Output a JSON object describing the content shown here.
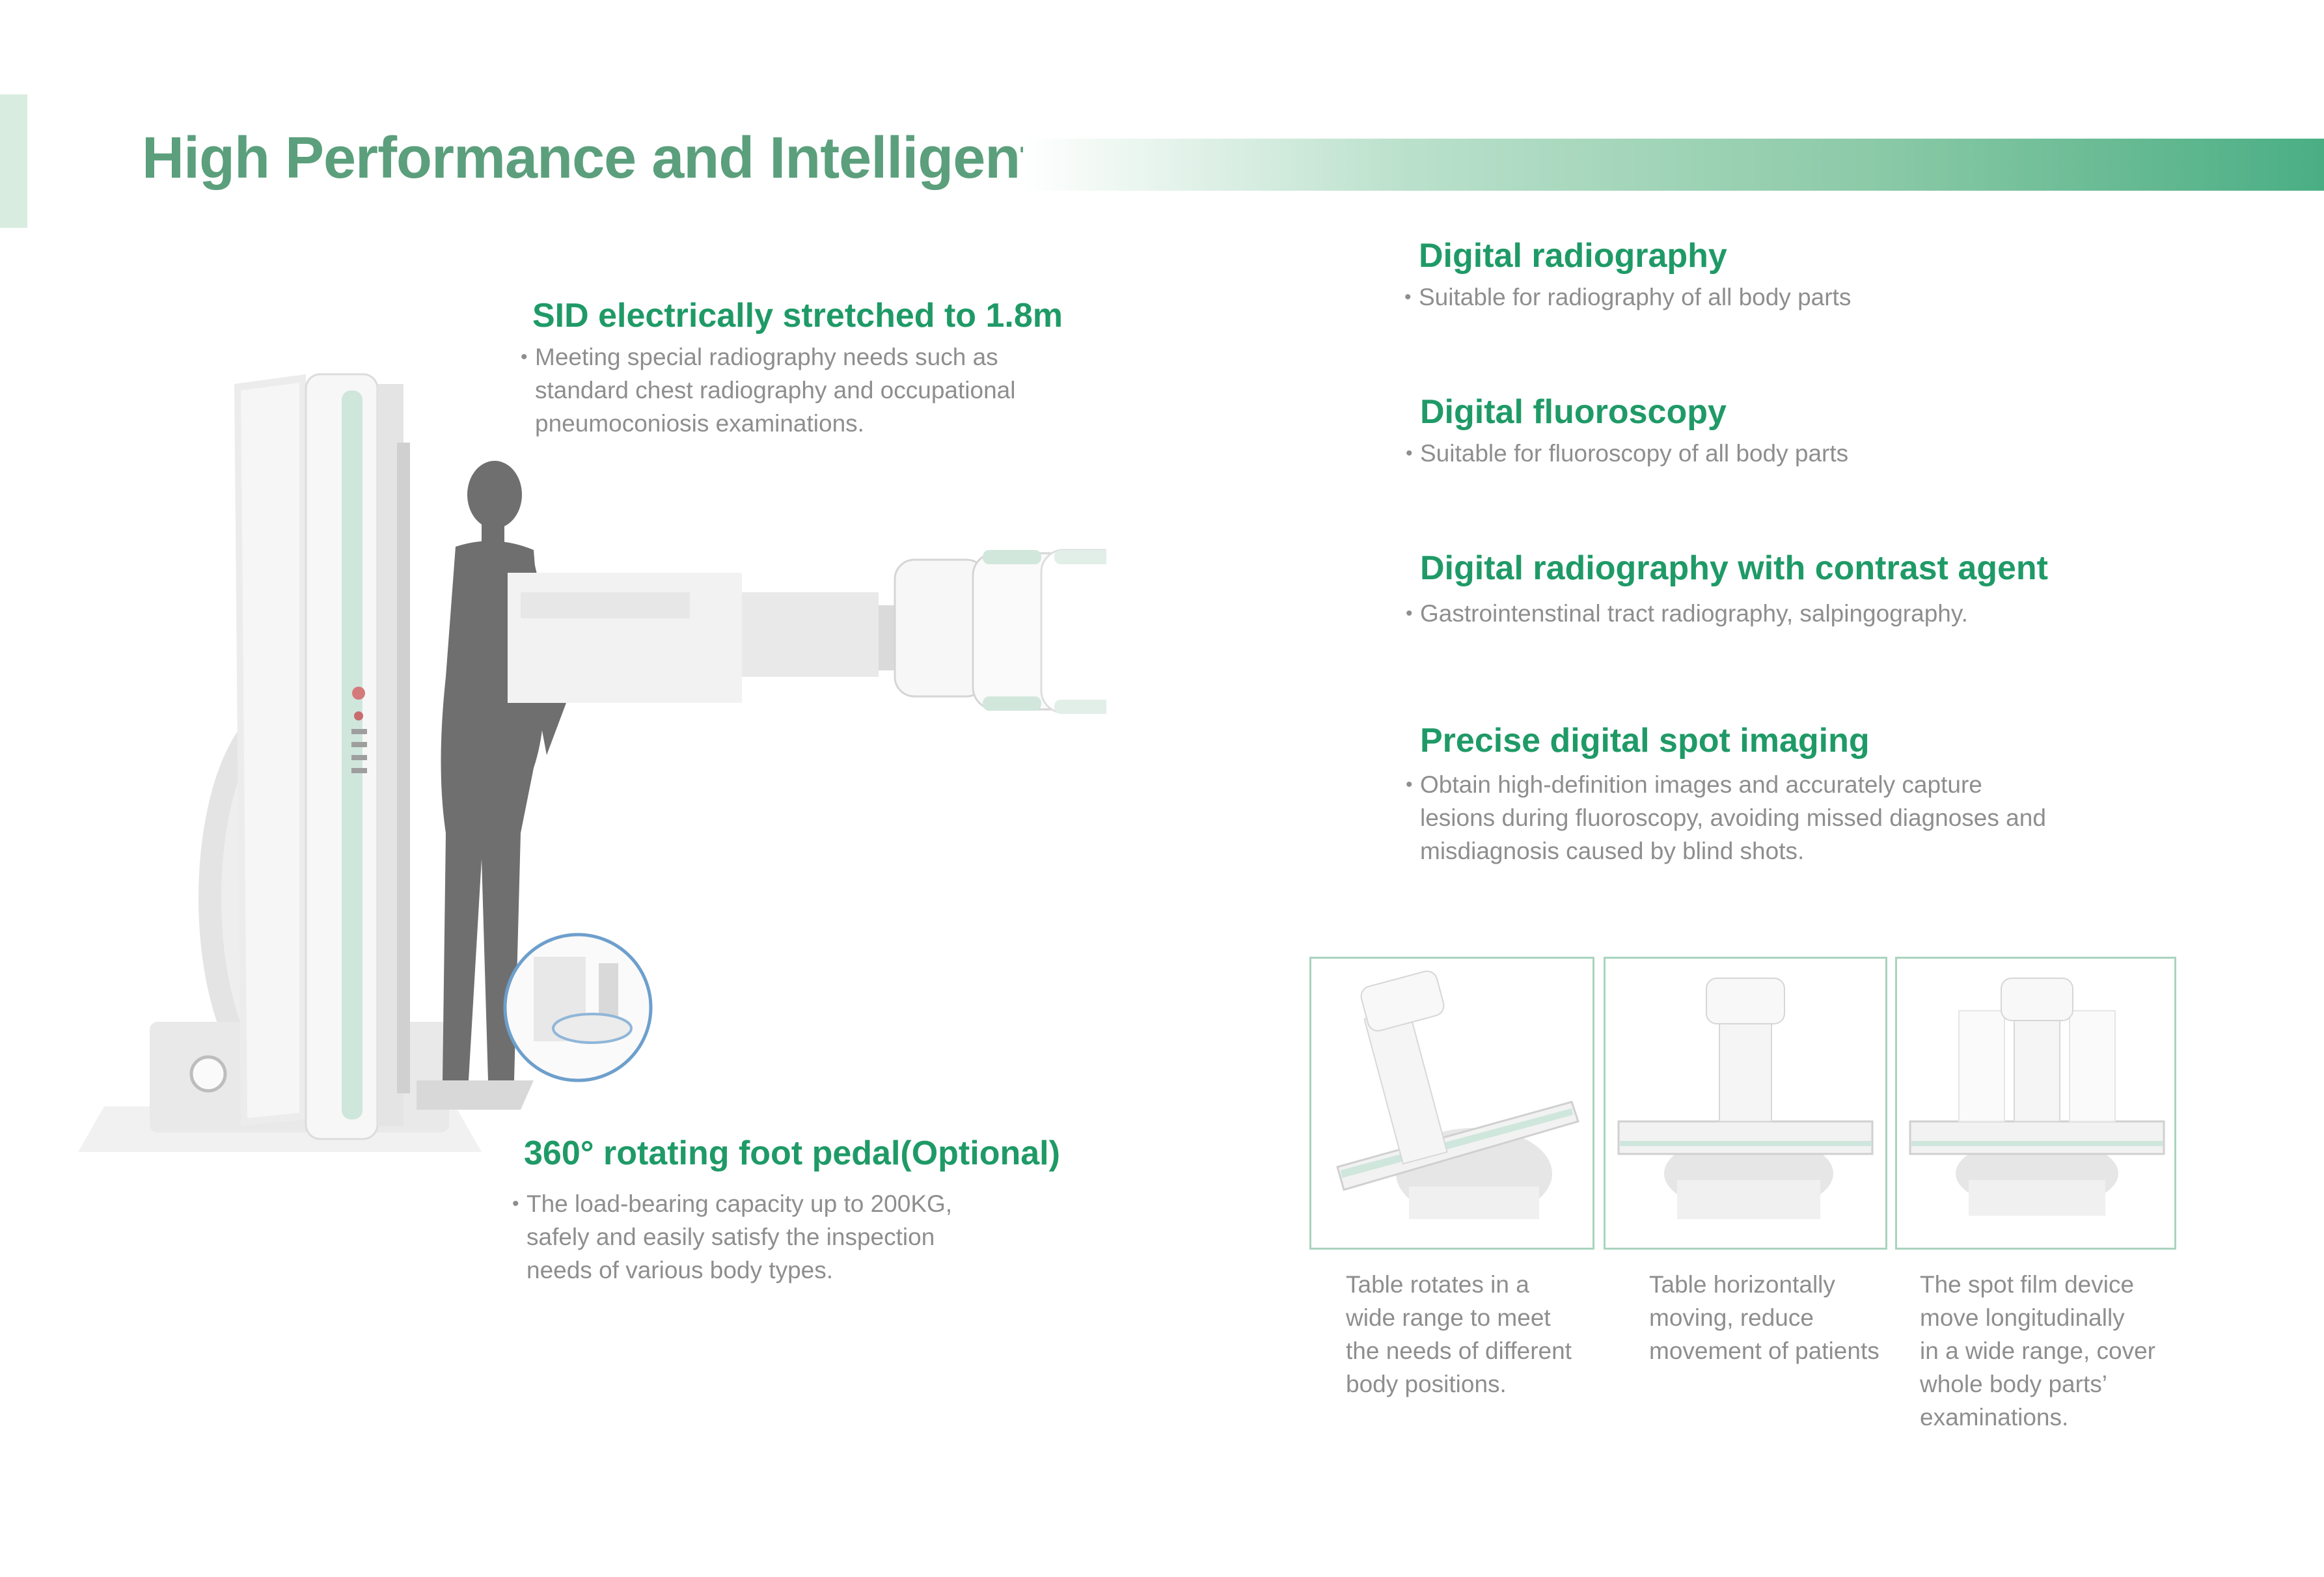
{
  "page": {
    "title": "High Performance and Intelligent",
    "accent_color": "#1f9a67",
    "title_color": "#5b9f7c"
  },
  "features_left": [
    {
      "title": "SID electrically stretched to 1.8m",
      "lines": [
        "Meeting special radiography needs such as",
        "standard chest radiography  and occupational",
        "pneumoconiosis examinations."
      ]
    },
    {
      "title": "360° rotating foot pedal(Optional)",
      "lines": [
        "The load-bearing capacity up to 200KG,",
        "safely and easily satisfy the inspection",
        "needs of various body types."
      ]
    }
  ],
  "features_right": [
    {
      "title": "Digital radiography",
      "lines": [
        "Suitable for radiography of all body parts"
      ]
    },
    {
      "title": "Digital fluoroscopy",
      "lines": [
        "Suitable for fluoroscopy of all body parts"
      ]
    },
    {
      "title": "Digital radiography with contrast agent",
      "lines": [
        "Gastrointenstinal tract radiography, salpingography."
      ]
    },
    {
      "title": "Precise digital spot imaging",
      "lines": [
        "Obtain high-definition images and accurately capture",
        "lesions during fluoroscopy, avoiding missed diagnoses and",
        "misdiagnosis caused by blind shots."
      ]
    }
  ],
  "thumbnails": [
    {
      "icon": "tilted-table-machine-icon",
      "caption": [
        "Table rotates in a",
        "wide range to meet",
        "the needs of different",
        "body positions."
      ]
    },
    {
      "icon": "horizontal-table-machine-icon",
      "caption": [
        "Table horizontally",
        "moving, reduce",
        "movement of patients"
      ]
    },
    {
      "icon": "spot-film-device-machine-icon",
      "caption": [
        "The spot film device",
        "move longitudinally",
        "in a wide range, cover",
        "whole body parts’",
        "examinations."
      ]
    }
  ]
}
